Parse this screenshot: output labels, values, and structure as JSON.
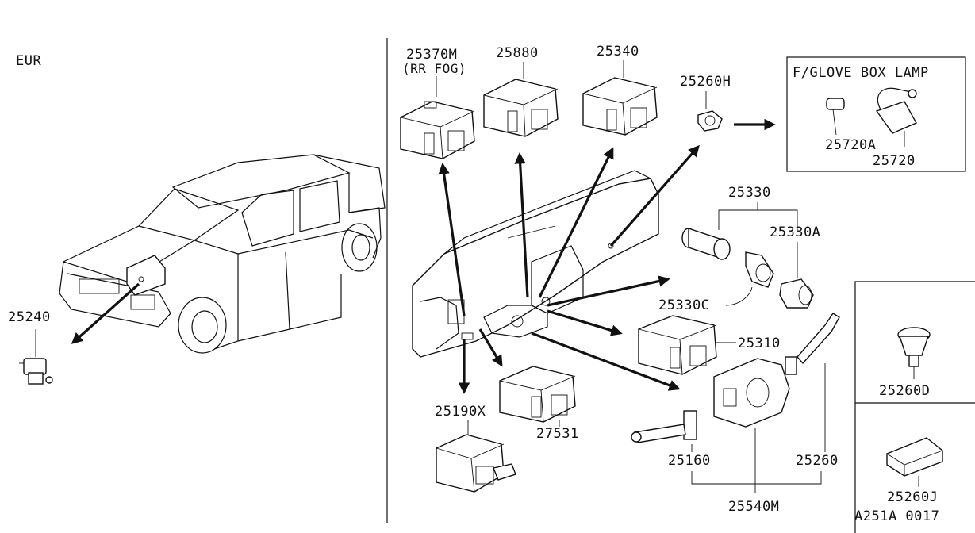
{
  "region_label": "EUR",
  "box_title": "F/GLOVE BOX LAMP",
  "drawing_code": "A251A 0017",
  "parts": {
    "p25240": "25240",
    "p25370M": "25370M",
    "p25370M_note": "(RR FOG)",
    "p25880": "25880",
    "p25340": "25340",
    "p25260H": "25260H",
    "p25720A": "25720A",
    "p25720": "25720",
    "p25330": "25330",
    "p25330A": "25330A",
    "p25330C": "25330C",
    "p25310": "25310",
    "p25260D": "25260D",
    "p25190X": "25190X",
    "p27531": "27531",
    "p25160": "25160",
    "p25260": "25260",
    "p25540M": "25540M",
    "p25260J": "25260J"
  }
}
